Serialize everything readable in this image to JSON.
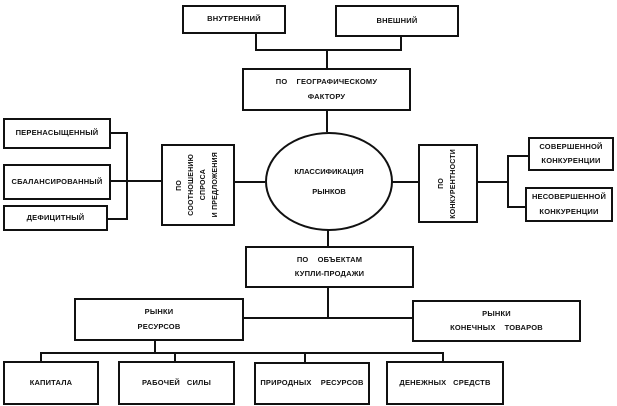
{
  "diagram": {
    "center": {
      "line1": "КЛАССИФИКАЦИЯ",
      "line2": "РЫНКОВ"
    },
    "geo": {
      "label_line1": "ПО    ГЕОГРАФИЧЕСКОМУ",
      "label_line2": "ФАКТОРУ",
      "children": [
        "ВНУТРЕННИЙ",
        "ВНЕШНИЙ"
      ]
    },
    "supply_demand": {
      "label_lines": [
        "ПО",
        "СООТНОШЕНИЮ",
        "СПРОСА",
        "И ПРЕДЛОЖЕНИЯ"
      ],
      "children": [
        "ПЕРЕНАСЫЩЕННЫЙ",
        "СБАЛАНСИРОВАННЫЙ",
        "ДЕФИЦИТНЫЙ"
      ]
    },
    "competition": {
      "label_lines": [
        "ПО",
        "КОНКУРЕНТНОСТИ"
      ],
      "children": [
        {
          "line1": "СОВЕРШЕННОЙ",
          "line2": "КОНКУРЕНЦИИ"
        },
        {
          "line1": "НЕСОВЕРШЕННОЙ",
          "line2": "КОНКУРЕНЦИИ"
        }
      ]
    },
    "objects": {
      "label_line1": "ПО    ОБЪЕКТАМ",
      "label_line2": "КУПЛИ-ПРОДАЖИ",
      "resources": {
        "line1": "РЫНКИ",
        "line2": "РЕСУРСОВ",
        "children": [
          "КАПИТАЛА",
          "РАБОЧЕЙ   СИЛЫ",
          "ПРИРОДНЫХ    РЕСУРСОВ",
          "ДЕНЕЖНЫХ   СРЕДСТВ"
        ]
      },
      "final_goods": {
        "line1": "РЫНКИ",
        "line2": "КОНЕЧНЫХ    ТОВАРОВ"
      }
    }
  }
}
